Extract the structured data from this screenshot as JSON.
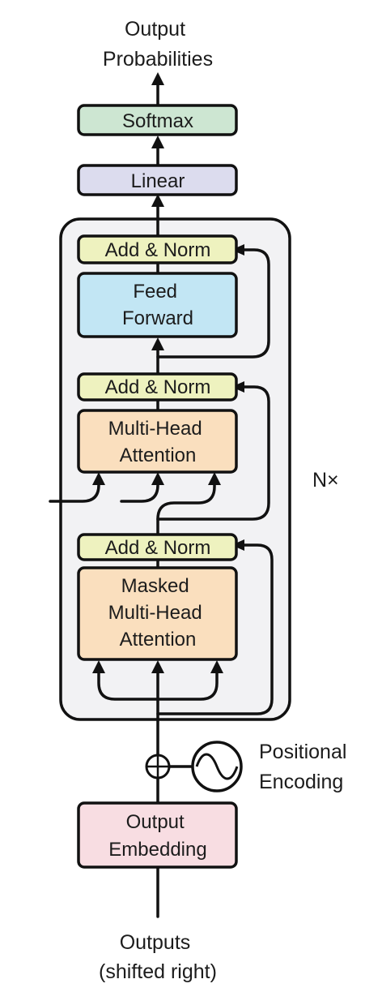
{
  "labels": {
    "output_probabilities": [
      "Output",
      "Probabilities"
    ],
    "outputs": [
      "Outputs",
      "(shifted right)"
    ],
    "positional_encoding": [
      "Positional",
      "Encoding"
    ],
    "repeat": "N×"
  },
  "blocks": {
    "softmax": [
      "Softmax"
    ],
    "linear": [
      "Linear"
    ],
    "add_norm_3": [
      "Add & Norm"
    ],
    "feed_forward": [
      "Feed",
      "Forward"
    ],
    "add_norm_2": [
      "Add & Norm"
    ],
    "multi_head_attention": [
      "Multi-Head",
      "Attention"
    ],
    "add_norm_1": [
      "Add & Norm"
    ],
    "masked_multi_head_attention": [
      "Masked",
      "Multi-Head",
      "Attention"
    ],
    "output_embedding": [
      "Output",
      "Embedding"
    ]
  },
  "colors": {
    "softmax": "#cde6d2",
    "linear": "#dcdcee",
    "add_norm": "#eef2bf",
    "feed_forward": "#c2e6f4",
    "attention": "#fadfbe",
    "output_embedding": "#f8dde2",
    "decoder_stack": "#f2f2f4"
  }
}
